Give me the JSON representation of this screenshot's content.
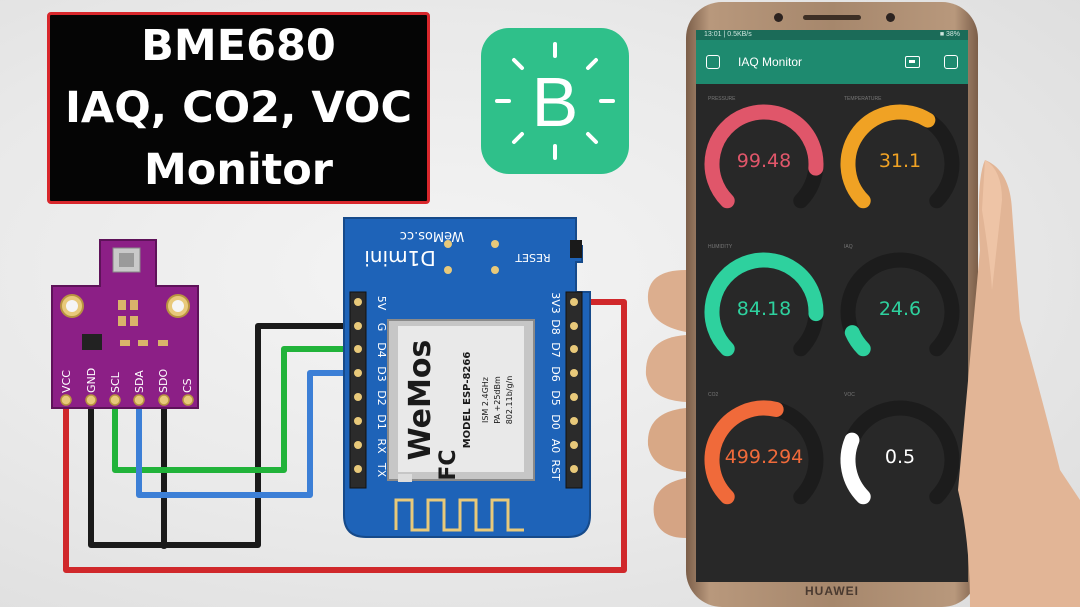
{
  "title": {
    "line1": "BME680",
    "line2": "IAQ, CO2, VOC",
    "line3": "Monitor"
  },
  "blynk_logo": {
    "letter": "B",
    "color": "#2fc08a"
  },
  "sensor_board": {
    "pins": [
      "VCC",
      "GND",
      "SCL",
      "SDA",
      "SDO",
      "CS"
    ],
    "color": "#8c1f86"
  },
  "mcu_board": {
    "brand": "WeMos.cc",
    "model_label": "D1mini",
    "reset_label": "RESET",
    "left_pins": [
      "5V",
      "G",
      "D4",
      "D3",
      "D2",
      "D1",
      "RX",
      "TX"
    ],
    "right_pins": [
      "3V3",
      "D8",
      "D7",
      "D6",
      "D5",
      "D0",
      "A0",
      "RST"
    ],
    "chip": {
      "logo": "WeMos",
      "model": "MODEL ESP-8266",
      "specs": [
        "ISM 2.4GHz",
        "PA +25dBm",
        "802.11b/g/n"
      ],
      "cert": "FC"
    },
    "color": "#1e63b8"
  },
  "wires": {
    "red": "#d0282b",
    "black": "#1a1a1a",
    "green": "#21b33a",
    "blue": "#3c7fd6"
  },
  "phone": {
    "brand": "HUAWEI",
    "status_left": "13:01 | 0.5KB/s",
    "status_right": "■ 38%",
    "app_title": "IAQ Monitor",
    "gauges": [
      {
        "label": "Pressure",
        "value": "99.48",
        "fraction": 0.85,
        "color": "#e0566a"
      },
      {
        "label": "Temperature",
        "value": "31.1",
        "fraction": 0.62,
        "color": "#f0a224"
      },
      {
        "label": "Humidity",
        "value": "84.18",
        "fraction": 0.84,
        "color": "#2ed19e"
      },
      {
        "label": "IAQ",
        "value": "24.6",
        "fraction": 0.08,
        "color": "#2ed19e"
      },
      {
        "label": "CO2",
        "value": "499.294",
        "fraction": 0.55,
        "color": "#f06a3a"
      },
      {
        "label": "VOC",
        "value": "0.5",
        "fraction": 0.25,
        "color": "#ffffff"
      }
    ]
  }
}
